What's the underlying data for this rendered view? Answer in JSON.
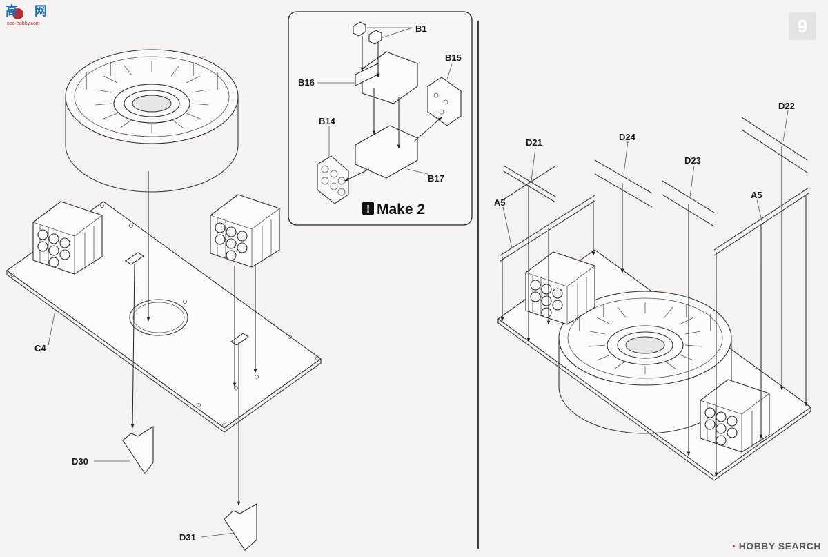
{
  "labels": {
    "b1": "B1",
    "b15": "B15",
    "b16": "B16",
    "b14": "B14",
    "b17": "B17",
    "c4": "C4",
    "d30": "D30",
    "d31": "D31",
    "d21": "D21",
    "d22": "D22",
    "d23": "D23",
    "d24": "D24",
    "a5_left": "A5",
    "a5_right": "A5"
  },
  "inset": {
    "note_symbol": "!",
    "note": "Make 2"
  },
  "watermarks": {
    "top_left_chars": "高",
    "top_left_chars2": "网",
    "top_left_url": "ooo-hobby.com",
    "brand": "HOBBY SEARCH"
  },
  "page_number": "9",
  "colors": {
    "line": "#3a3a3a",
    "paper": "#f4f3f1",
    "brand_red": "#c2272d"
  }
}
